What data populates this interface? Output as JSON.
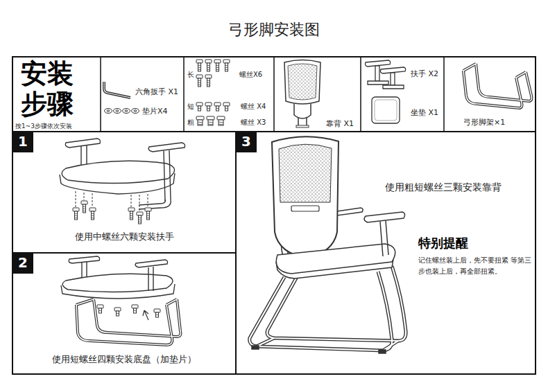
{
  "diagram": {
    "title": "弓形脚安装图",
    "nodes": [
      {
        "text": [
          "安装步骤",
          "按1~3步骤依次安装"
        ]
      },
      {
        "text": [
          "六角扳手 X1",
          "垫片X4"
        ]
      },
      {
        "text": [
          "长",
          "螺丝X6",
          "短",
          "螺丝 X4",
          "粗",
          "螺丝 X3"
        ]
      },
      {
        "text": [
          "靠背 X1"
        ]
      },
      {
        "text": [
          "扶手 X2",
          "坐垫 X1"
        ]
      },
      {
        "text": [
          "弓形脚架×1"
        ]
      },
      {
        "text": [
          "使用中螺丝六颗安装扶手"
        ]
      },
      {
        "text": [
          "1"
        ],
        "in": 6
      },
      {
        "text": [
          "使用短螺丝四颗安装底盘（加垫片）"
        ]
      },
      {
        "text": [
          "2"
        ],
        "in": 8
      },
      {
        "text": [
          "使用粗短螺丝三颗安装靠背",
          "特别提醒",
          "记住螺丝装上后，先不要扭紧 等第三步也装上后，再全部扭紧。"
        ]
      },
      {
        "text": [
          "3"
        ],
        "in": 10
      }
    ]
  }
}
